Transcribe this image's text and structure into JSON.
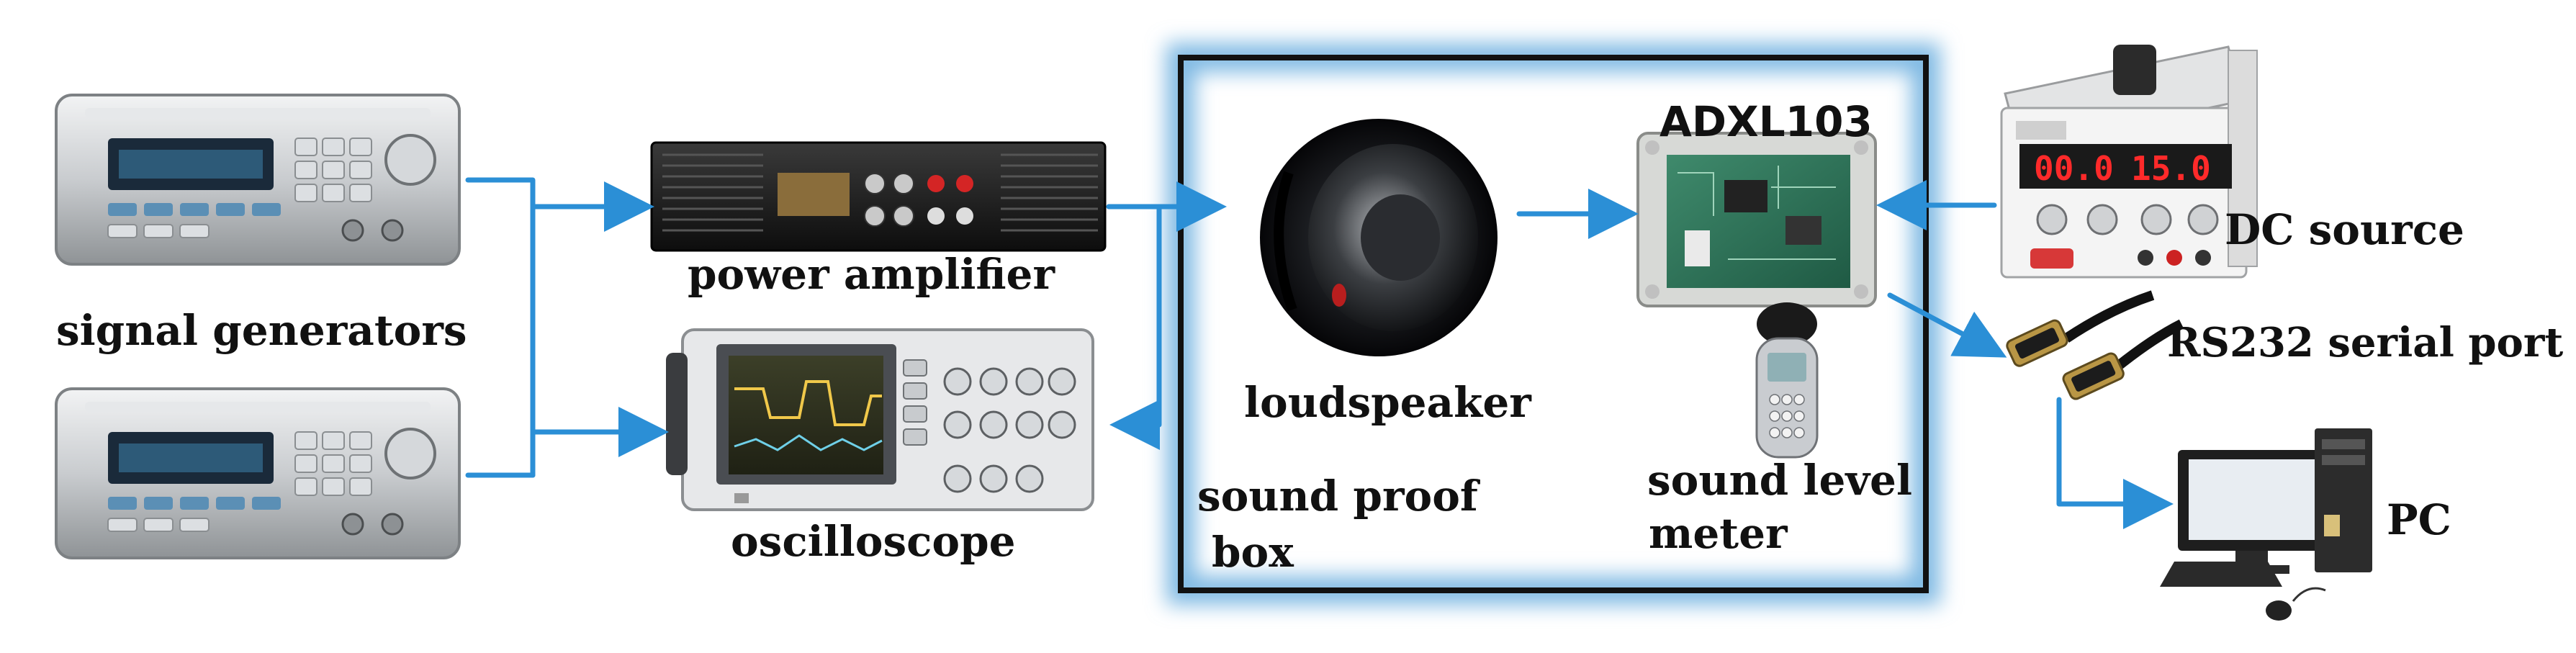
{
  "labels": {
    "signal_generators": "signal generators",
    "power_amplifier": "power amplifier",
    "oscilloscope": "oscilloscope",
    "loudspeaker": "loudspeaker",
    "sound_proof_box_line1": "sound proof",
    "sound_proof_box_line2": "box",
    "adxl103": "ADXL103",
    "sound_level_meter_line1": "sound level",
    "sound_level_meter_line2": "meter",
    "dc_source": "DC source",
    "rs232": "RS232 serial port",
    "pc": "PC"
  },
  "dc_display": {
    "left": "00.0",
    "right": "15.0"
  },
  "colors": {
    "arrow": "#2b8fd6",
    "box_border": "#111111",
    "box_glow": "#7fb9e3",
    "dc_digits": "#ff2a2a"
  }
}
